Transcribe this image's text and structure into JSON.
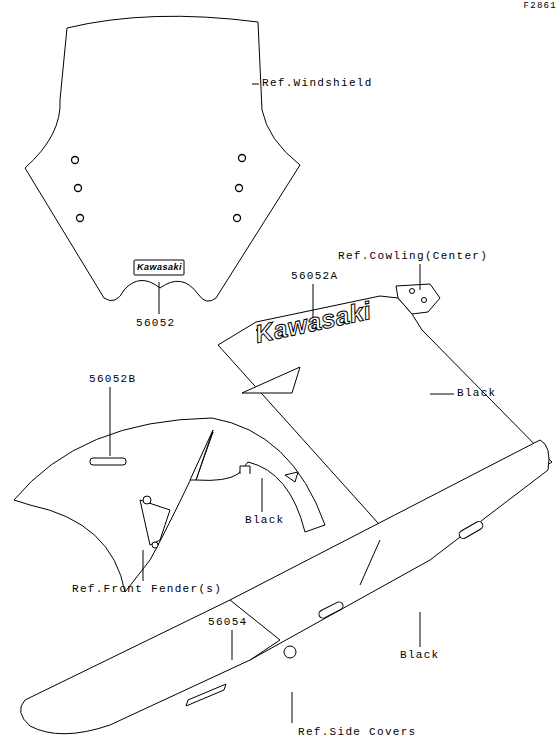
{
  "diagram": {
    "labels": [
      "F2861",
      "Ref.Windshield",
      "Kawasaki",
      "56052",
      "Ref.Cowling(Center)",
      "56052A",
      "Kawasaki",
      "Black",
      "56052B",
      "Black",
      "Ref.Front Fender(s)",
      "56054",
      "Black",
      "Ref.Side Covers"
    ]
  }
}
